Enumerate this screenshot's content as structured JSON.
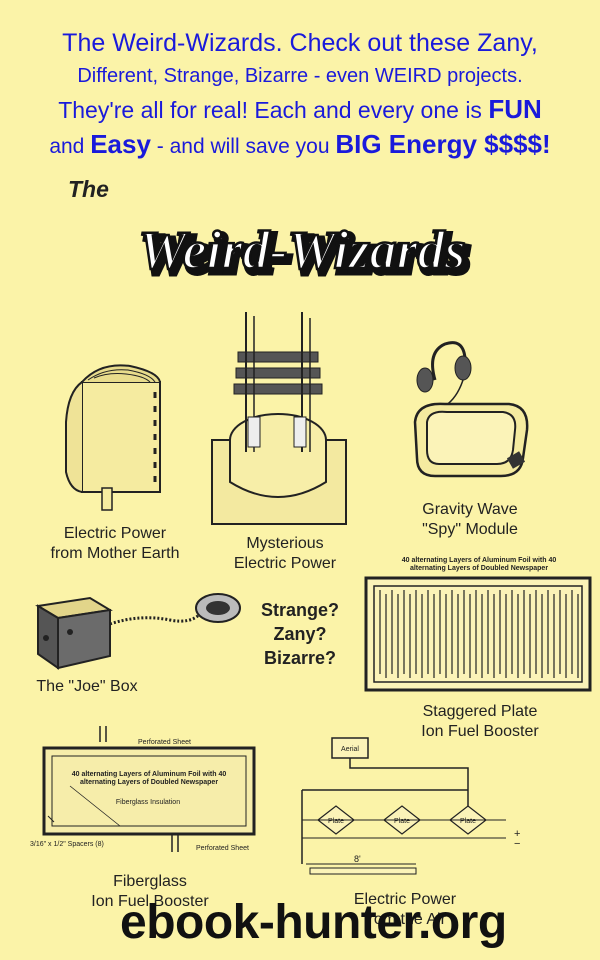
{
  "headline": {
    "line1": "The Weird-Wizards. Check out these Zany,",
    "line2": "Different, Strange, Bizarre - even WEIRD projects.",
    "line3": "They're all for real! Each and every one is ",
    "line3_bold": "FUN",
    "line4_a": "and ",
    "line4_bold1": "Easy",
    "line4_b": " - and will save you ",
    "line4_bold2": "BIG Energy $$$$!"
  },
  "logo": {
    "the": "The",
    "title": "Weird-Wizards"
  },
  "projects": {
    "earth": {
      "line1": "Electric Power",
      "line2": "from Mother Earth"
    },
    "mysterious": {
      "line1": "Mysterious",
      "line2": "Electric Power"
    },
    "gravity": {
      "line1": "Gravity Wave",
      "line2": "\"Spy\" Module"
    },
    "joe": {
      "line1": "The \"Joe\" Box"
    },
    "staggered": {
      "line1": "Staggered Plate",
      "line2": "Ion Fuel Booster",
      "diagram_label": "40 alternating Layers of Aluminum Foil with 40 alternating Layers of Doubled Newspaper"
    },
    "fiberglass": {
      "line1": "Fiberglass",
      "line2": "Ion Fuel Booster",
      "perforated_top": "Perforated Sheet",
      "layers_line1": "40 alternating Layers of Aluminum Foil with 40",
      "layers_line2": "alternating Layers of Doubled Newspaper",
      "insulation": "Fiberglass Insulation",
      "spacers": "3/16\" x 1/2\" Spacers (8)",
      "perforated_bottom": "Perforated Sheet"
    },
    "aerial": {
      "line1": "Electric Power",
      "line2": "from the Air",
      "aerial_label": "Aerial",
      "plate": "Plate",
      "distance": "8'",
      "plus": "+",
      "minus": "−"
    }
  },
  "questions": {
    "q1": "Strange?",
    "q2": "Zany?",
    "q3": "Bizarre?"
  },
  "watermark": "ebook-hunter.org"
}
